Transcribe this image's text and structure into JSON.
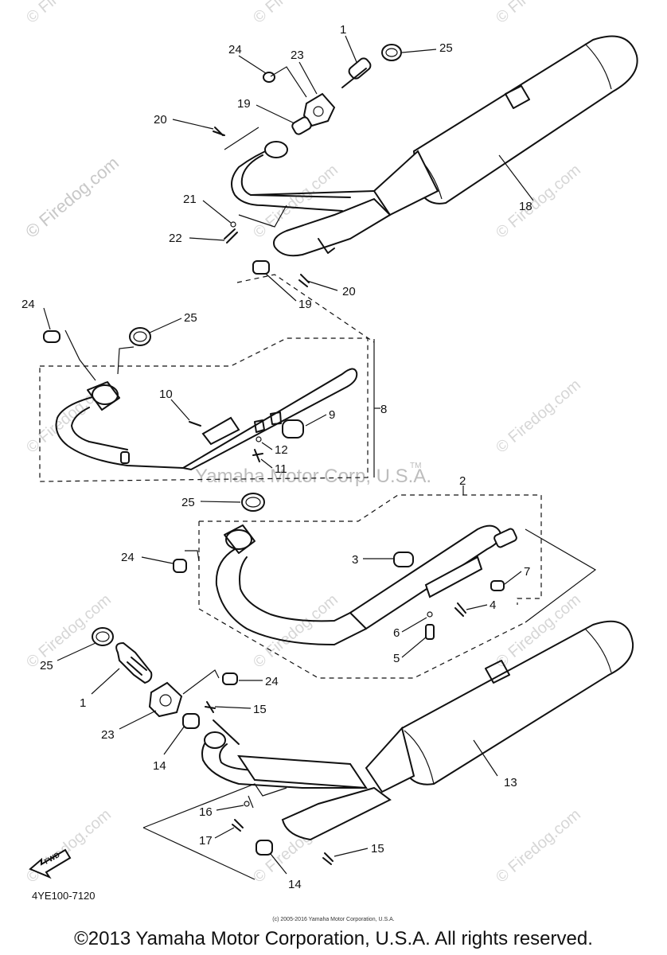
{
  "watermarks": {
    "firedog": "© Firedog.com",
    "yamaha": "Yamaha Motor Corp, U.S.A.",
    "tm": "TM"
  },
  "callouts": [
    "1",
    "2",
    "3",
    "4",
    "5",
    "6",
    "7",
    "8",
    "9",
    "10",
    "11",
    "12",
    "13",
    "14",
    "15",
    "16",
    "17",
    "18",
    "19",
    "20",
    "21",
    "22",
    "23",
    "24",
    "25"
  ],
  "fwd_label": "FWD",
  "diagram_code": "4YE100-7120",
  "small_copyright": "(c) 2005-2016 Yamaha Motor Corporation, U.S.A.",
  "footer_copyright": "©2013 Yamaha Motor Corporation, U.S.A. All rights reserved."
}
